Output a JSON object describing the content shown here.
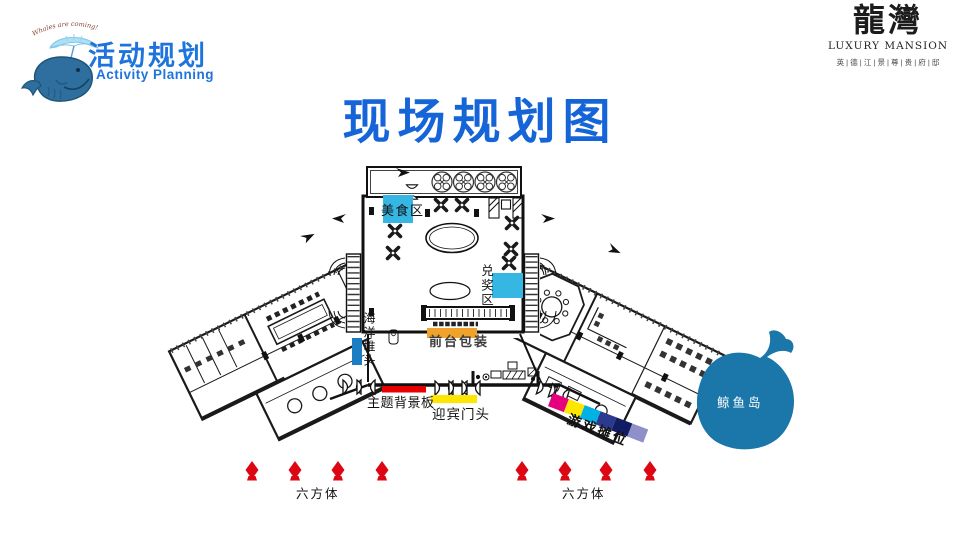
{
  "header": {
    "logo": {
      "tagline": "Whales are coming!",
      "title_cn": "活动规划",
      "title_en": "Activity Planning",
      "accent_blue": "#1d74dc",
      "whale_body_blue": "#2e6f9f",
      "umbrella_blue": "#aee0f5"
    },
    "developer": {
      "name_cn": "龍灣",
      "name_en": "LUXURY MANSION",
      "slogan": "英 | 德 | 江 | 景 | 尊 | 贵 | 府 | 邸"
    }
  },
  "title": {
    "text": "现场规划图",
    "color": "#1564d8"
  },
  "plan": {
    "labels": {
      "food_area": "美食区",
      "prize_area": "兑奖区",
      "ocean_display": "海洋堆头",
      "front_desk": "前台包装",
      "backdrop": "主题背景板",
      "entrance": "迎宾门头",
      "game_stalls": "游戏摊位",
      "whale_island": "鲸鱼岛",
      "hexahedron": "六方体"
    },
    "colors": {
      "highlight_cyan": "#35b6e3",
      "highlight_blue": "#1b7ec2",
      "highlight_yellow": "#ffe600",
      "highlight_orange": "#f0a32a",
      "highlight_red": "#e60000",
      "marker_red": "#dc0712",
      "whale_island": "#1b76a9",
      "game_bar": [
        "#e5007d",
        "#ffe600",
        "#00b2e3",
        "#2b3a8f",
        "#121c63",
        "#8f8fc9"
      ]
    },
    "icons": {
      "whale": "whale-mascot",
      "umbrella": "umbrella",
      "diamond_marker": "diamond",
      "location_arrow": "arrow"
    }
  }
}
